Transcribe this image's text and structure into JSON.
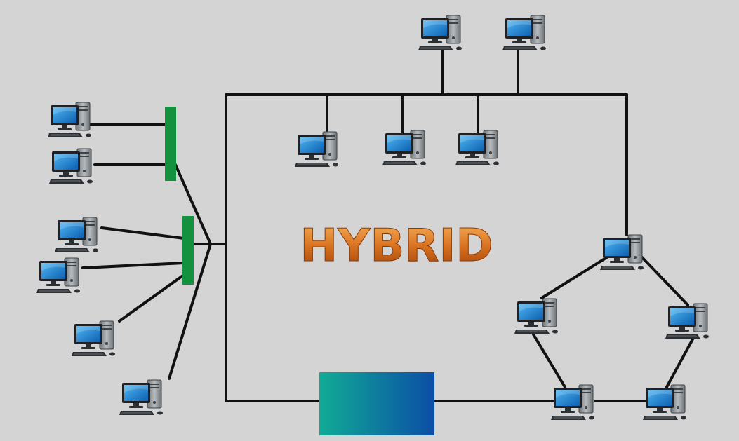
{
  "diagram": {
    "title": "HYBRID",
    "colors": {
      "background": "#d4d4d4",
      "wire": "#111111",
      "hub_bar": "#14913f",
      "title_top": "#f3a34a",
      "title_bottom": "#a9470a",
      "box_left": "#11ab95",
      "box_right": "#0b4ea6",
      "screen": "#1d7fd0",
      "tower": "#8d9296"
    },
    "icons": {
      "computer": "desktop-computer-icon",
      "hub": "hub-bar",
      "central_device": "gradient-device-box"
    }
  }
}
